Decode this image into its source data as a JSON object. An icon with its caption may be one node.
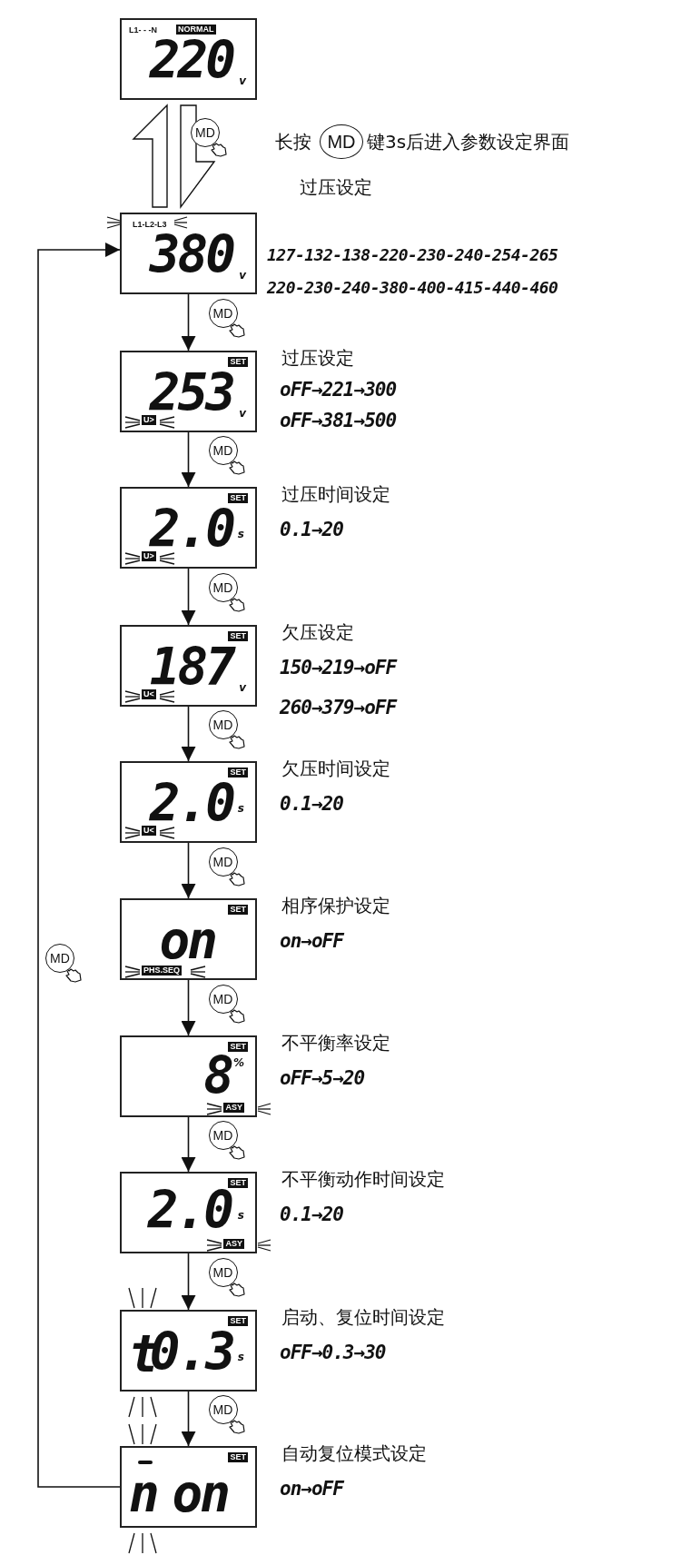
{
  "diagram": {
    "nodes": [
      {
        "text": [
          "L1- - -N",
          "NORMAL",
          "220",
          "v"
        ]
      },
      {
        "text": [
          "L1-L2-L3",
          "380",
          "v"
        ],
        "beside": [
          "过压设定",
          "127-132-138-220-230-240-254-265",
          "220-230-240-380-400-415-440-460"
        ]
      },
      {
        "text": [
          "SET",
          "253",
          "v",
          "U>"
        ],
        "beside": [
          "过压设定",
          "oFF→221→300",
          "oFF→381→500"
        ]
      },
      {
        "text": [
          "SET",
          "2.0",
          "s",
          "U>"
        ],
        "beside": [
          "过压时间设定",
          "0.1→20"
        ]
      },
      {
        "text": [
          "SET",
          "187",
          "v",
          "U<"
        ],
        "beside": [
          "欠压设定",
          "150→219→oFF",
          "260→379→oFF"
        ]
      },
      {
        "text": [
          "SET",
          "2.0",
          "s",
          "U<"
        ],
        "beside": [
          "欠压时间设定",
          "0.1→20"
        ]
      },
      {
        "text": [
          "SET",
          "on",
          "PHS.SEQ"
        ],
        "beside": [
          "相序保护设定",
          "on→oFF"
        ]
      },
      {
        "text": [
          "SET",
          "8",
          "%",
          "ASY"
        ],
        "beside": [
          "不平衡率设定",
          "oFF→5→20"
        ]
      },
      {
        "text": [
          "SET",
          "2.0",
          "s",
          "ASY"
        ],
        "beside": [
          "不平衡动作时间设定",
          "0.1→20"
        ]
      },
      {
        "text": [
          "SET",
          "t",
          "0.3",
          "s"
        ],
        "beside": [
          "启动、复位时间设定",
          "oFF→0.3→30"
        ]
      },
      {
        "text": [
          "SET",
          "n",
          "on"
        ],
        "beside": [
          "自动复位模式设定",
          "on→oFF"
        ]
      }
    ],
    "edges": [
      {
        "from": 0,
        "to": 1,
        "arrow": "to",
        "label": "MD"
      },
      {
        "from": 1,
        "to": 0,
        "arrow": "to"
      },
      {
        "from": 1,
        "to": 2,
        "arrow": "to",
        "label": "MD"
      },
      {
        "from": 2,
        "to": 3,
        "arrow": "to",
        "label": "MD"
      },
      {
        "from": 3,
        "to": 4,
        "arrow": "to",
        "label": "MD"
      },
      {
        "from": 4,
        "to": 5,
        "arrow": "to",
        "label": "MD"
      },
      {
        "from": 5,
        "to": 6,
        "arrow": "to",
        "label": "MD"
      },
      {
        "from": 6,
        "to": 7,
        "arrow": "to",
        "label": "MD"
      },
      {
        "from": 7,
        "to": 8,
        "arrow": "to",
        "label": "MD"
      },
      {
        "from": 8,
        "to": 9,
        "arrow": "to",
        "label": "MD"
      },
      {
        "from": 9,
        "to": 10,
        "arrow": "to",
        "label": "MD"
      },
      {
        "from": 10,
        "to": 1,
        "arrow": "to",
        "label": "MD"
      }
    ],
    "labels": [
      "长按",
      "MD",
      "键3s后进入参数设定界面"
    ]
  }
}
